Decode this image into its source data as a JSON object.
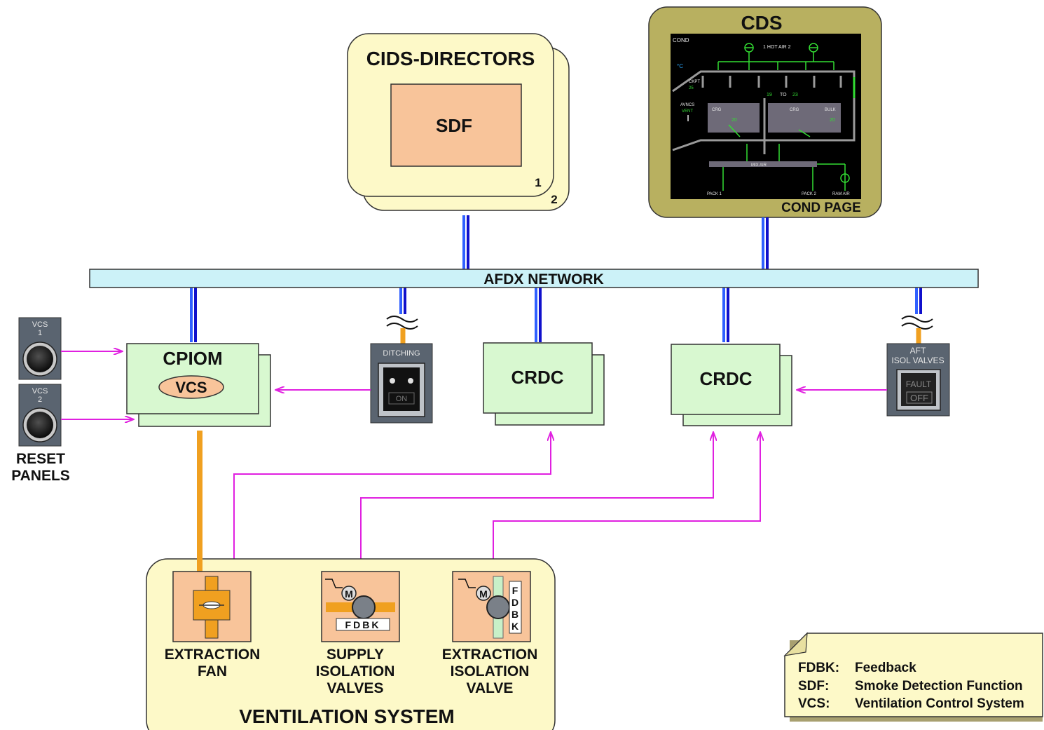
{
  "title": "CDS",
  "cids": {
    "title": "CIDS-DIRECTORS",
    "sdf": "SDF",
    "num1": "1",
    "num2": "2"
  },
  "cds": {
    "title": "CDS",
    "caption": "COND PAGE",
    "screen": {
      "page_label": "COND",
      "hot_air": "1  HOT AIR  2",
      "unit": "°C",
      "ckpt": "CKPT",
      "ckpt_val": "25",
      "range_from": "19",
      "range_to_word": "TO",
      "range_to": "23",
      "avncs": "AVNCS",
      "vent": "VENT",
      "crg_fwd": "CRG",
      "crg_fwd_val": "20",
      "crg_aft": "CRG",
      "bulk": "BULK",
      "bulk_val": "20",
      "mix_air": "MIX  AIR",
      "pack1": "PACK  1",
      "pack2": "PACK  2",
      "ram_air": "RAM AIR"
    }
  },
  "network": {
    "label": "AFDX NETWORK"
  },
  "cpiom": {
    "title": "CPIOM",
    "vcs": "VCS"
  },
  "crdc_left": {
    "title": "CRDC"
  },
  "crdc_right": {
    "title": "CRDC"
  },
  "ditching": {
    "label": "DITCHING",
    "button": "ON"
  },
  "aft_isol": {
    "label_line1": "AFT",
    "label_line2": "ISOL VALVES",
    "fault": "FAULT",
    "off": "OFF"
  },
  "reset_panels": {
    "vcs1_line1": "VCS",
    "vcs1_line2": "1",
    "vcs2_line1": "VCS",
    "vcs2_line2": "2",
    "label_line1": "RESET",
    "label_line2": "PANELS"
  },
  "ventilation": {
    "title": "VENTILATION SYSTEM",
    "fan_line1": "EXTRACTION",
    "fan_line2": "FAN",
    "supply_line1": "SUPPLY",
    "supply_line2": "ISOLATION",
    "supply_line3": "VALVES",
    "extr_line1": "EXTRACTION",
    "extr_line2": "ISOLATION",
    "extr_line3": "VALVE",
    "motor": "M",
    "fdbk": "FDBK",
    "fdbk_letters": [
      "F",
      "D",
      "B",
      "K"
    ]
  },
  "legend": {
    "items": [
      {
        "abbr": "FDBK:",
        "text": "Feedback"
      },
      {
        "abbr": "SDF:",
        "text": "Smoke Detection Function"
      },
      {
        "abbr": "VCS:",
        "text": "Ventilation Control System"
      }
    ]
  },
  "colors": {
    "cream": "#fdf9c8",
    "green_box": "#d8f8d0",
    "salmon": "#f8c49a",
    "afdx": "#ccf2f8",
    "olive": "#b8b060",
    "magenta": "#e020e0",
    "orange": "#f0a020",
    "blue": "#1010cc"
  }
}
